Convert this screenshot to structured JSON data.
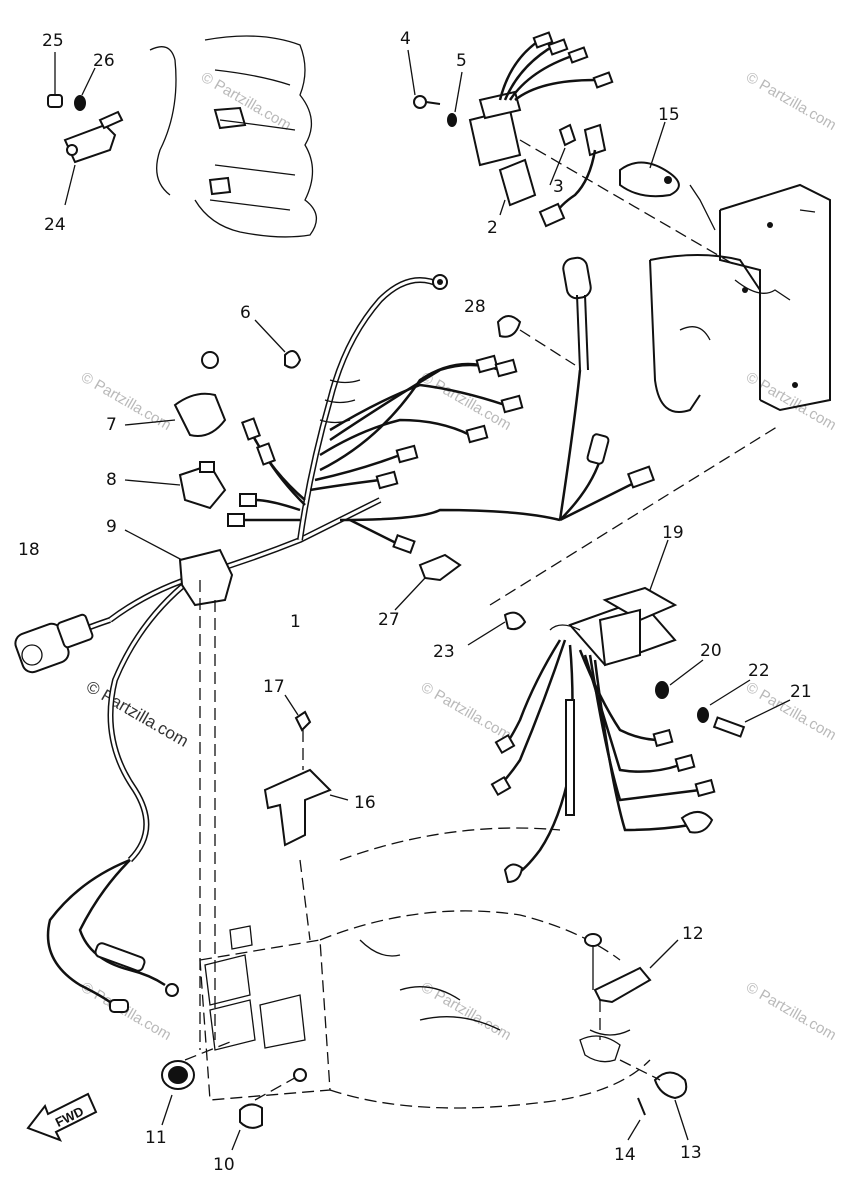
{
  "watermark": "© Partzilla.com",
  "forward_arrow": "FWD",
  "callouts": [
    "1",
    "2",
    "3",
    "4",
    "5",
    "6",
    "7",
    "8",
    "9",
    "10",
    "11",
    "12",
    "13",
    "14",
    "15",
    "16",
    "17",
    "18",
    "19",
    "20",
    "21",
    "22",
    "23",
    "24",
    "25",
    "26",
    "27",
    "28"
  ]
}
